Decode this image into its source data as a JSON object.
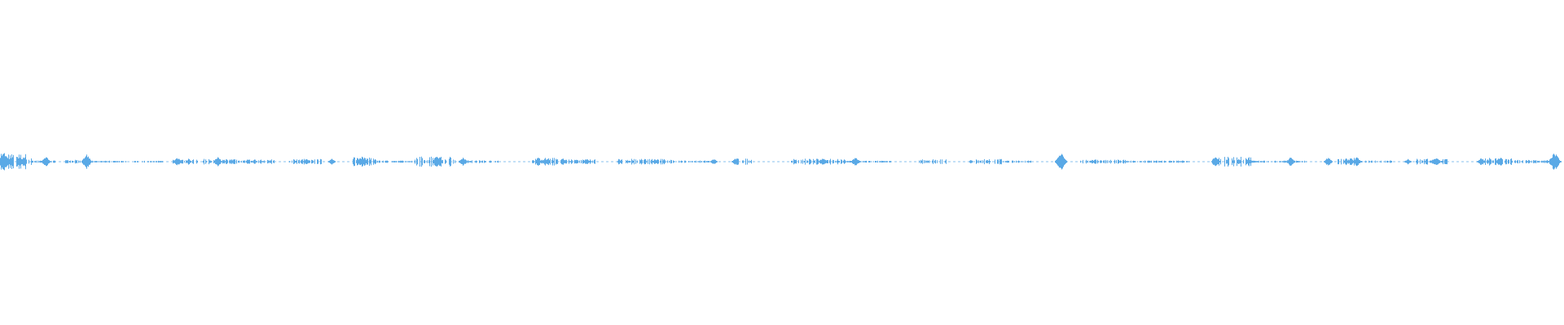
{
  "waveform": {
    "color": "#5aa9e6",
    "background": "#ffffff",
    "segments": [
      {
        "start": 0.0,
        "end": 0.02,
        "amp": 0.8
      },
      {
        "start": 0.02,
        "end": 0.035,
        "amp": 0.12
      },
      {
        "start": 0.04,
        "end": 0.055,
        "amp": 0.2
      },
      {
        "start": 0.055,
        "end": 0.08,
        "amp": 0.1
      },
      {
        "start": 0.085,
        "end": 0.105,
        "amp": 0.1
      },
      {
        "start": 0.11,
        "end": 0.14,
        "amp": 0.3
      },
      {
        "start": 0.14,
        "end": 0.175,
        "amp": 0.25
      },
      {
        "start": 0.185,
        "end": 0.205,
        "amp": 0.28
      },
      {
        "start": 0.225,
        "end": 0.24,
        "amp": 0.45
      },
      {
        "start": 0.24,
        "end": 0.265,
        "amp": 0.12
      },
      {
        "start": 0.265,
        "end": 0.29,
        "amp": 0.55
      },
      {
        "start": 0.29,
        "end": 0.32,
        "amp": 0.15
      },
      {
        "start": 0.34,
        "end": 0.36,
        "amp": 0.4
      },
      {
        "start": 0.36,
        "end": 0.38,
        "amp": 0.25
      },
      {
        "start": 0.395,
        "end": 0.43,
        "amp": 0.3
      },
      {
        "start": 0.43,
        "end": 0.455,
        "amp": 0.12
      },
      {
        "start": 0.47,
        "end": 0.48,
        "amp": 0.35
      },
      {
        "start": 0.505,
        "end": 0.54,
        "amp": 0.3
      },
      {
        "start": 0.54,
        "end": 0.57,
        "amp": 0.1
      },
      {
        "start": 0.585,
        "end": 0.605,
        "amp": 0.25
      },
      {
        "start": 0.62,
        "end": 0.64,
        "amp": 0.28
      },
      {
        "start": 0.64,
        "end": 0.66,
        "amp": 0.12
      },
      {
        "start": 0.69,
        "end": 0.72,
        "amp": 0.22
      },
      {
        "start": 0.72,
        "end": 0.76,
        "amp": 0.12
      },
      {
        "start": 0.775,
        "end": 0.8,
        "amp": 0.5
      },
      {
        "start": 0.8,
        "end": 0.835,
        "amp": 0.12
      },
      {
        "start": 0.855,
        "end": 0.87,
        "amp": 0.4
      },
      {
        "start": 0.87,
        "end": 0.89,
        "amp": 0.12
      },
      {
        "start": 0.905,
        "end": 0.925,
        "amp": 0.3
      },
      {
        "start": 0.945,
        "end": 0.97,
        "amp": 0.4
      },
      {
        "start": 0.97,
        "end": 0.998,
        "amp": 0.18
      }
    ],
    "spikes": [
      {
        "pos": 0.002,
        "amp": 1.0
      },
      {
        "pos": 0.029,
        "amp": 0.55
      },
      {
        "pos": 0.055,
        "amp": 0.75
      },
      {
        "pos": 0.113,
        "amp": 0.45
      },
      {
        "pos": 0.139,
        "amp": 0.5
      },
      {
        "pos": 0.196,
        "amp": 0.35
      },
      {
        "pos": 0.212,
        "amp": 0.3
      },
      {
        "pos": 0.212,
        "amp": 0.3
      },
      {
        "pos": 0.231,
        "amp": 0.55
      },
      {
        "pos": 0.279,
        "amp": 0.58
      },
      {
        "pos": 0.296,
        "amp": 0.48
      },
      {
        "pos": 0.375,
        "amp": 0.3
      },
      {
        "pos": 0.456,
        "amp": 0.3
      },
      {
        "pos": 0.47,
        "amp": 0.3
      },
      {
        "pos": 0.526,
        "amp": 0.42
      },
      {
        "pos": 0.547,
        "amp": 0.52
      },
      {
        "pos": 0.678,
        "amp": 0.95
      },
      {
        "pos": 0.777,
        "amp": 0.55
      },
      {
        "pos": 0.825,
        "amp": 0.48
      },
      {
        "pos": 0.849,
        "amp": 0.48
      },
      {
        "pos": 0.867,
        "amp": 0.48
      },
      {
        "pos": 0.9,
        "amp": 0.3
      },
      {
        "pos": 0.918,
        "amp": 0.45
      },
      {
        "pos": 0.947,
        "amp": 0.4
      },
      {
        "pos": 0.994,
        "amp": 1.0
      }
    ]
  }
}
